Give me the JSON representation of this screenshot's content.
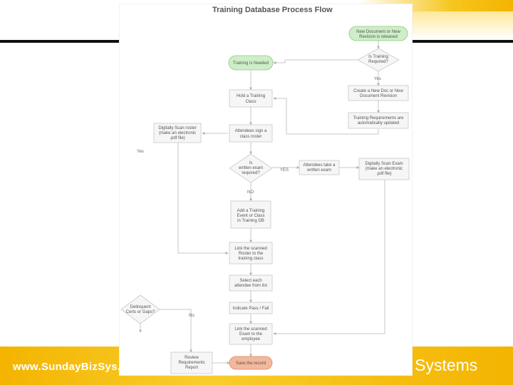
{
  "slide": {
    "title": "Training Database Process Flow",
    "footer_url": "www.SundayBizSys.com",
    "footer_company": "Sunday Business Systems"
  },
  "flow": {
    "nodes": {
      "new_doc": [
        "New Document or New",
        "Revision is released"
      ],
      "is_training_required": [
        "Is Training",
        "Required?"
      ],
      "create_doc": [
        "Create a New Doc or New",
        "Document Revision"
      ],
      "requirements_updated": [
        "Training Requirements are",
        "automatically updated"
      ],
      "training_needed": [
        "Training is Needed"
      ],
      "hold_class": [
        "Hold a Training",
        "Class"
      ],
      "attendees_sign": [
        "Attendees sign a",
        "class roster"
      ],
      "written_exam_required": [
        "Is",
        "written exam",
        "required?"
      ],
      "attendees_exam": [
        "Attendees take a",
        "written exam"
      ],
      "digitally_scan_exam": [
        "Digitally Scan Exam",
        "(make an electronic",
        ".pdf file)"
      ],
      "digitally_scan_roster": [
        "Digitally Scan roster",
        "(make an electronic",
        ".pdf file)"
      ],
      "add_event": [
        "Add a Training",
        "Event or Class",
        "in Training DB"
      ],
      "link_roster": [
        "Link the scanned",
        "Roster to the",
        "training class"
      ],
      "select_attendee": [
        "Select each",
        "attendee from list"
      ],
      "pass_fail": [
        "Indicate Pass / Fail"
      ],
      "link_exam": [
        "Link the scanned",
        "Exam to the",
        "employee"
      ],
      "save_record": [
        "Save the record"
      ],
      "delinquent": [
        "Delinquent",
        "Certs or Gaps?"
      ],
      "review_report": [
        "Review",
        "Requirements",
        "Report"
      ]
    },
    "edge_labels": {
      "yes_top": "Yes",
      "yes_exam": "YES",
      "no_exam": "NO",
      "yes_left": "Yes",
      "no_delinquent": "No"
    }
  }
}
